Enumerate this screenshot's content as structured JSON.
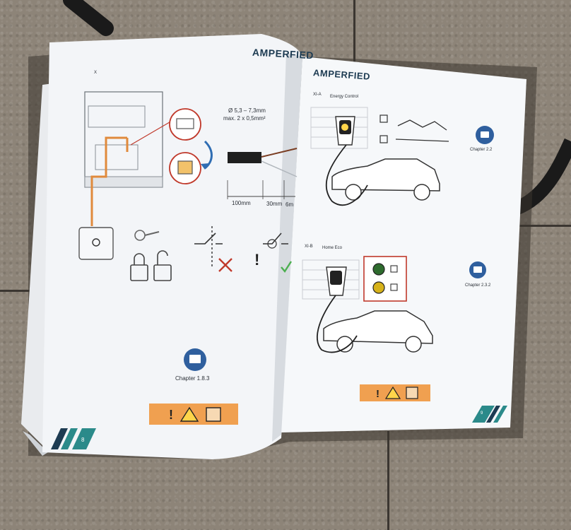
{
  "left_page": {
    "brand": "AMPERFIED",
    "diagram_label": "X",
    "cable_spec_line1": "Ø 5,3 – 7,3mm",
    "cable_spec_line2": "max. 2 x 0,5mm²",
    "dim_1": "100mm",
    "dim_2": "30mm",
    "dim_3": "6m",
    "chapter": "Chapter 1.8.3",
    "page_number": "8",
    "warning_icon_names": [
      "exclamation-icon",
      "electric-hazard-icon",
      "electrician-icon"
    ]
  },
  "right_page": {
    "brand": "AMPERFIED",
    "section_a": {
      "code": "XI-A",
      "title": "Energy Control",
      "chapter": "Chapter 2.2"
    },
    "section_b": {
      "code": "XI-B",
      "title": "Home Eco",
      "chapter": "Chapter 2.3.2"
    },
    "page_number": "9",
    "warning_icon_names": [
      "exclamation-icon",
      "electric-hazard-icon",
      "electrician-icon"
    ]
  },
  "colors": {
    "brand_teal": "#2b8a8a",
    "brand_navy": "#1d3b52",
    "warning_orange": "#f0a050",
    "wire_orange": "#e08a3c",
    "accent_red": "#c0392b",
    "check_green": "#4caf50",
    "chapter_icon_blue": "#2f5f9e"
  }
}
